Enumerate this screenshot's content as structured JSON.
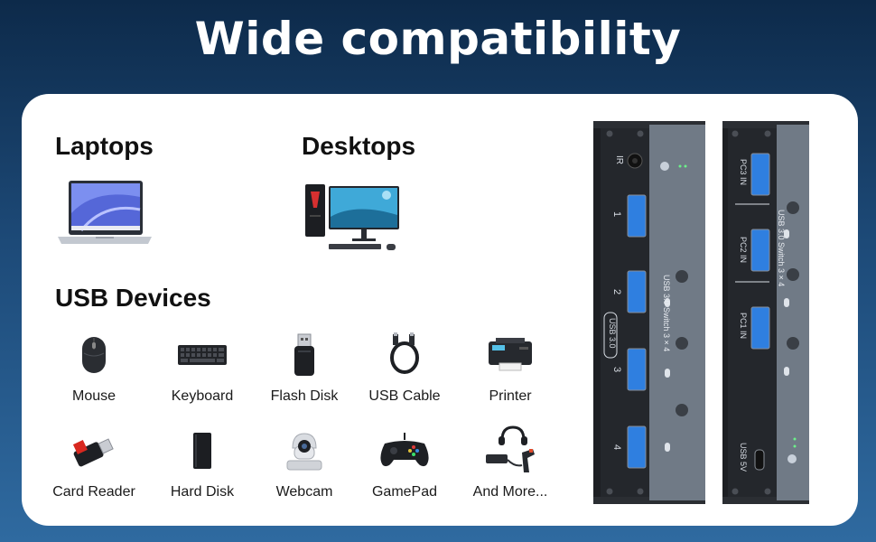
{
  "headline": "Wide compatibility",
  "sections": {
    "laptops": "Laptops",
    "desktops": "Desktops",
    "usb_devices": "USB Devices"
  },
  "devices": [
    {
      "label": "Mouse",
      "icon": "mouse-icon"
    },
    {
      "label": "Keyboard",
      "icon": "keyboard-icon"
    },
    {
      "label": "Flash Disk",
      "icon": "flash-disk-icon"
    },
    {
      "label": "USB Cable",
      "icon": "usb-cable-icon"
    },
    {
      "label": "Printer",
      "icon": "printer-icon"
    },
    {
      "label": "Card Reader",
      "icon": "card-reader-icon"
    },
    {
      "label": "Hard Disk",
      "icon": "hard-disk-icon"
    },
    {
      "label": "Webcam",
      "icon": "webcam-icon"
    },
    {
      "label": "GamePad",
      "icon": "gamepad-icon"
    },
    {
      "label": "And More...",
      "icon": "headset-scanner-icon"
    }
  ],
  "switch_front": {
    "ir": "IR",
    "usb_badge": "USB 3.0",
    "ports": [
      "1",
      "2",
      "3",
      "4"
    ],
    "model": "USB 3.0 Switch 3 × 4"
  },
  "switch_back": {
    "inputs": [
      "PC3 IN",
      "PC2 IN",
      "PC1 IN"
    ],
    "power": "USB 5V",
    "model": "USB 3.0 Switch 3 × 4"
  },
  "colors": {
    "background_top": "#0d2a4a",
    "background_bottom": "#2f6aa0",
    "card": "#ffffff",
    "switch_body": "#6c7682",
    "usb_port_blue": "#2f7fe0"
  }
}
